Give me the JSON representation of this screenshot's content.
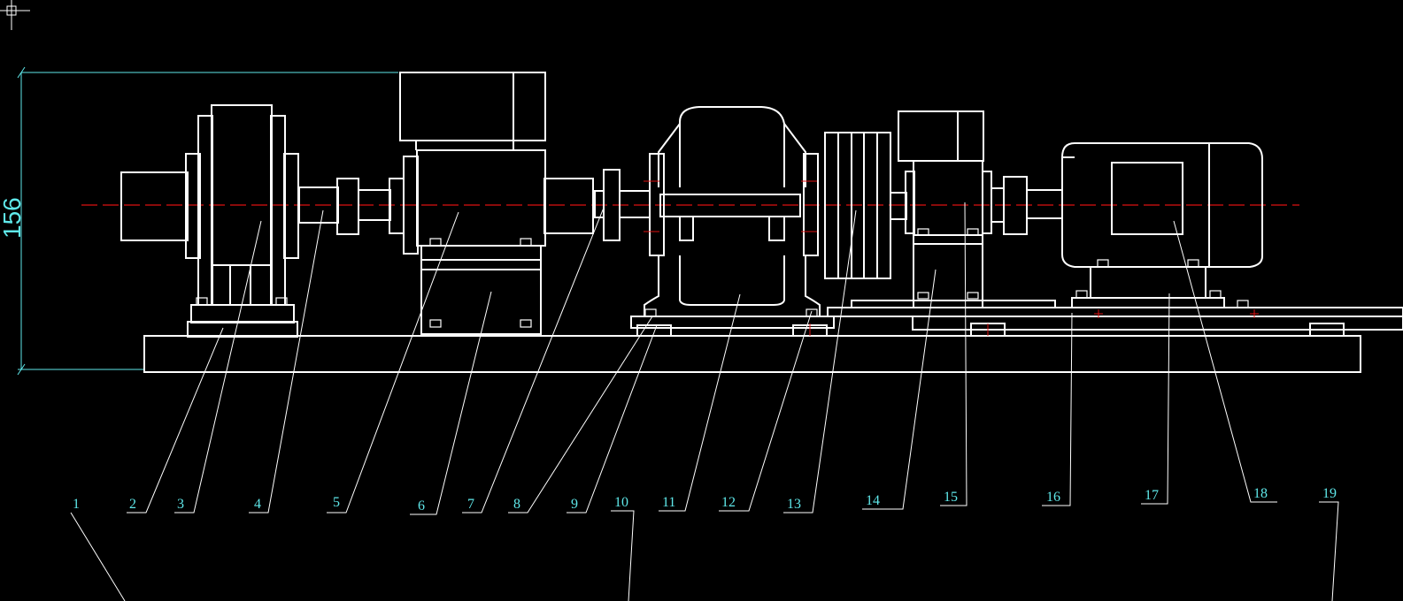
{
  "drawing": {
    "dimension_text": "156",
    "colors": {
      "background": "#000000",
      "outline": "#ffffff",
      "dimension": "#5fe8ea",
      "centerline": "#dd1111"
    }
  },
  "balloons": [
    {
      "label": "1"
    },
    {
      "label": "2"
    },
    {
      "label": "3"
    },
    {
      "label": "4"
    },
    {
      "label": "5"
    },
    {
      "label": "6"
    },
    {
      "label": "7"
    },
    {
      "label": "8"
    },
    {
      "label": "9"
    },
    {
      "label": "10"
    },
    {
      "label": "11"
    },
    {
      "label": "12"
    },
    {
      "label": "13"
    },
    {
      "label": "14"
    },
    {
      "label": "15"
    },
    {
      "label": "16"
    },
    {
      "label": "17"
    },
    {
      "label": "18"
    },
    {
      "label": "19"
    }
  ]
}
